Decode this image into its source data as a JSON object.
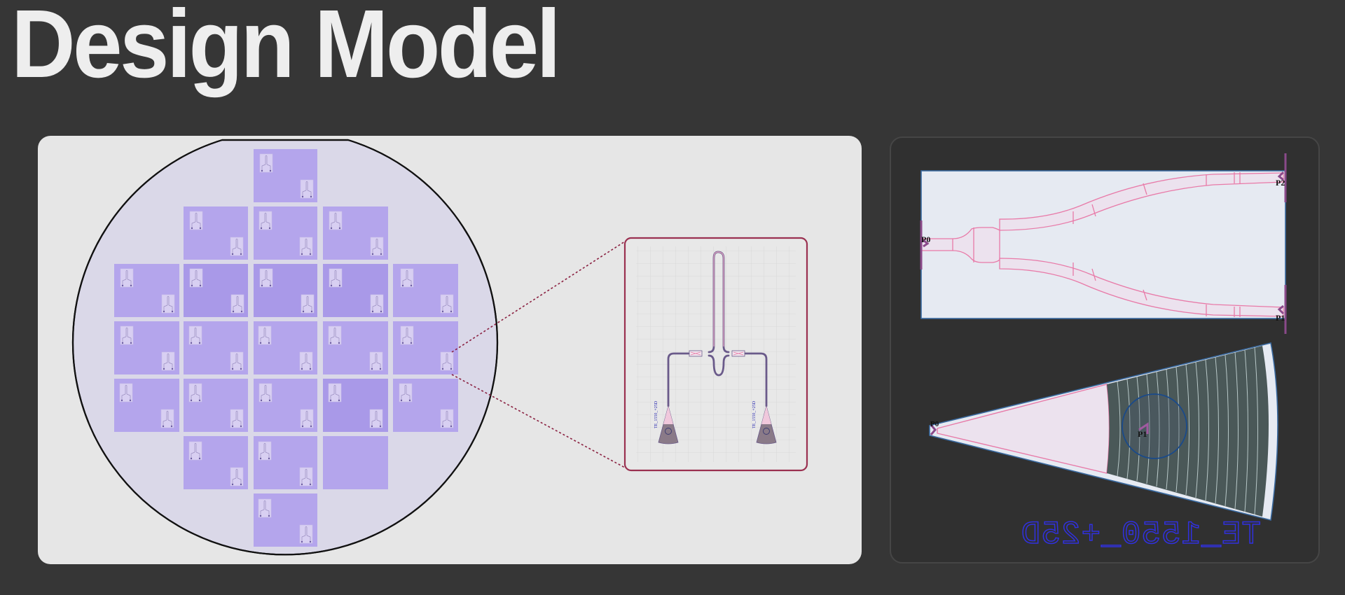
{
  "page": {
    "title": "Design Model",
    "background": "#363636"
  },
  "wafer_panel": {
    "background": "#e6e6e6",
    "wafer_fill": "#dad8e8",
    "wafer_edge": "#000000",
    "die_color": "#b4a5ec",
    "die_color_dark": "#a999e8",
    "dies": [
      {
        "row": 0,
        "col": 2
      },
      {
        "row": 1,
        "col": 1
      },
      {
        "row": 1,
        "col": 2
      },
      {
        "row": 1,
        "col": 3
      },
      {
        "row": 2,
        "col": 0
      },
      {
        "row": 2,
        "col": 1
      },
      {
        "row": 2,
        "col": 2
      },
      {
        "row": 2,
        "col": 3
      },
      {
        "row": 2,
        "col": 4
      },
      {
        "row": 3,
        "col": 0
      },
      {
        "row": 3,
        "col": 1
      },
      {
        "row": 3,
        "col": 2
      },
      {
        "row": 3,
        "col": 3
      },
      {
        "row": 3,
        "col": 4
      },
      {
        "row": 4,
        "col": 0
      },
      {
        "row": 4,
        "col": 1
      },
      {
        "row": 4,
        "col": 2
      },
      {
        "row": 4,
        "col": 3
      },
      {
        "row": 4,
        "col": 4
      },
      {
        "row": 5,
        "col": 1
      },
      {
        "row": 5,
        "col": 2
      },
      {
        "row": 5,
        "col": 3
      },
      {
        "row": 6,
        "col": 2
      }
    ],
    "zoom_callout": {
      "border_color": "#9a3050",
      "grid_color": "#d8d8d8",
      "waveguide_color": "#6a5a8a",
      "description": "Mach-Zehnder interferometer with two grating couplers"
    }
  },
  "component_panel": {
    "background": "#303030",
    "splitter": {
      "ports": [
        "P0",
        "P1",
        "P2"
      ],
      "fill": "#e6eaf2",
      "waveguide_color": "#e87aa8",
      "port_color": "#8a4a8a"
    },
    "grating_coupler": {
      "ports": [
        "P0",
        "P1"
      ],
      "label": "TE_1550_+25D",
      "label_color": "#3030e0",
      "grating_color": "#4a5858"
    }
  }
}
